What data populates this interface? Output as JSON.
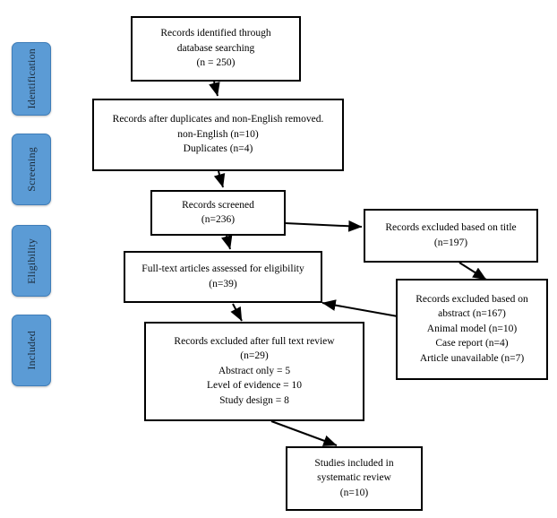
{
  "diagram": {
    "type": "prisma-flow-diagram",
    "colors": {
      "stage_fill": "#5B9BD5",
      "stage_border": "#3F7DB8",
      "box_border": "#000000",
      "box_fill": "#FFFFFF",
      "text": "#000000",
      "arrow": "#000000"
    },
    "stages": [
      {
        "label": "Identification"
      },
      {
        "label": "Screening"
      },
      {
        "label": "Eligibility"
      },
      {
        "label": "Included"
      }
    ],
    "boxes": [
      {
        "id": "records-identified",
        "lines": [
          "Records identified through",
          "database searching",
          "(n = 250)"
        ]
      },
      {
        "id": "records-after-duplicates",
        "lines": [
          "Records after duplicates and non-English removed.",
          "non-English (n=10)",
          "Duplicates (n=4)"
        ]
      },
      {
        "id": "records-screened",
        "lines": [
          "Records screened",
          "(n=236)"
        ]
      },
      {
        "id": "excluded-title",
        "lines": [
          "Records excluded based on title",
          "(n=197)"
        ]
      },
      {
        "id": "full-text-assessed",
        "lines": [
          "Full-text articles assessed for eligibility",
          "(n=39)"
        ]
      },
      {
        "id": "excluded-abstract",
        "lines": [
          "Records excluded based on",
          "abstract (n=167)",
          "Animal model (n=10)",
          "Case report (n=4)",
          "Article unavailable (n=7)"
        ]
      },
      {
        "id": "excluded-full-text",
        "lines": [
          "Records excluded after full text review",
          "(n=29)",
          "Abstract only = 5",
          "Level of evidence = 10",
          "Study design = 8"
        ]
      },
      {
        "id": "studies-included",
        "lines": [
          "Studies included in",
          "systematic review",
          "(n=10)"
        ]
      }
    ]
  }
}
